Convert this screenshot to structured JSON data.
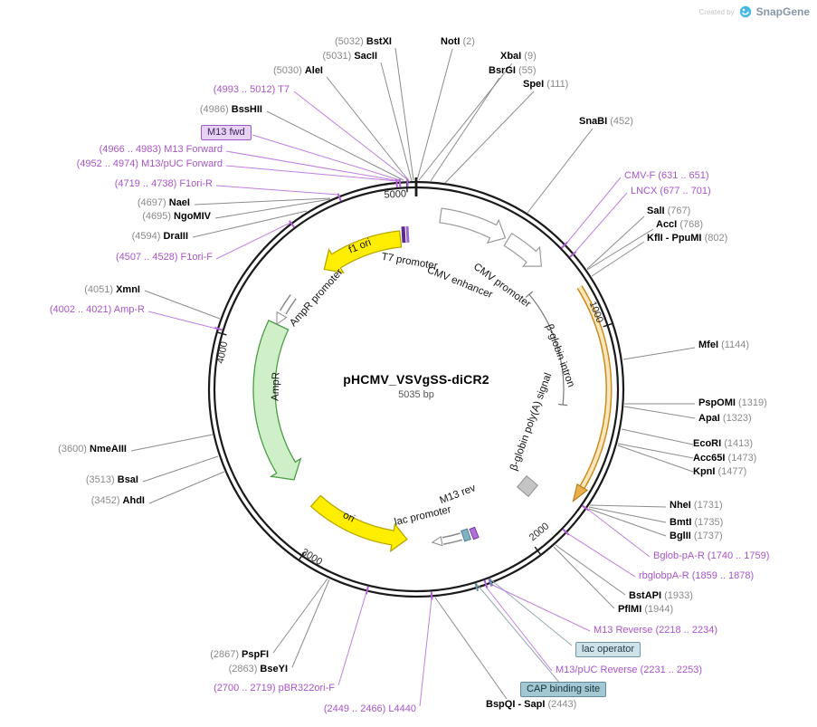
{
  "credit": {
    "created_by": "Created by",
    "brand": "SnapGene"
  },
  "plasmid": {
    "name": "pHCMV_VSVgSS-diCR2",
    "size_label": "5035 bp"
  },
  "ticks": {
    "t1000": "1000",
    "t2000": "2000",
    "t3000": "3000",
    "t4000": "4000",
    "t5000": "5000"
  },
  "features": {
    "t7_promoter": "T7 promoter",
    "cmv_enhancer": "CMV enhancer",
    "cmv_promoter": "CMV promoter",
    "bglobin_intron": "β-globin intron",
    "bglobin_polya": "β-globin poly(A) signal",
    "f1_ori": "f1 ori",
    "ampr_promoter": "AmpR promoter",
    "ampr": "AmpR",
    "ori": "ori",
    "lac_promoter": "lac promoter",
    "m13_rev": "M13 rev"
  },
  "boxed_labels": {
    "m13_fwd": "M13 fwd",
    "lac_operator": "lac operator",
    "cap_binding_site": "CAP binding site"
  },
  "sites_left": [
    {
      "pos": "(5032)",
      "name": "BstXI"
    },
    {
      "pos": "(5031)",
      "name": "SacII"
    },
    {
      "pos": "(5030)",
      "name": "AleI"
    },
    {
      "pos": "(4993 .. 5012)",
      "name": "T7"
    },
    {
      "pos": "(4986)",
      "name": "BssHII"
    },
    {
      "pos": "(4966 .. 4983)",
      "name": "M13 Forward"
    },
    {
      "pos": "(4952 .. 4974)",
      "name": "M13/pUC Forward"
    },
    {
      "pos": "(4719 .. 4738)",
      "name": "F1ori-R"
    },
    {
      "pos": "(4697)",
      "name": "NaeI"
    },
    {
      "pos": "(4695)",
      "name": "NgoMIV"
    },
    {
      "pos": "(4594)",
      "name": "DraIII"
    },
    {
      "pos": "(4507 .. 4528)",
      "name": "F1ori-F"
    },
    {
      "pos": "(4051)",
      "name": "XmnI"
    },
    {
      "pos": "(4002 .. 4021)",
      "name": "Amp-R"
    },
    {
      "pos": "(3600)",
      "name": "NmeAIII"
    },
    {
      "pos": "(3513)",
      "name": "BsaI"
    },
    {
      "pos": "(3452)",
      "name": "AhdI"
    },
    {
      "pos": "(2867)",
      "name": "PspFI"
    },
    {
      "pos": "(2863)",
      "name": "BseYI"
    },
    {
      "pos": "(2700 .. 2719)",
      "name": "pBR322ori-F"
    },
    {
      "pos": "(2449 .. 2466)",
      "name": "L4440"
    }
  ],
  "sites_right": [
    {
      "name": "NotI",
      "pos": "(2)"
    },
    {
      "name": "XbaI",
      "pos": "(9)"
    },
    {
      "name": "BsrGI",
      "pos": "(55)"
    },
    {
      "name": "SpeI",
      "pos": "(111)"
    },
    {
      "name": "SnaBI",
      "pos": "(452)"
    },
    {
      "name": "CMV-F",
      "pos": "(631 .. 651)"
    },
    {
      "name": "LNCX",
      "pos": "(677 .. 701)"
    },
    {
      "name": "SalI",
      "pos": "(767)"
    },
    {
      "name": "AccI",
      "pos": "(768)"
    },
    {
      "name": "KflI - PpuMI",
      "pos": "(802)"
    },
    {
      "name": "MfeI",
      "pos": "(1144)"
    },
    {
      "name": "PspOMI",
      "pos": "(1319)"
    },
    {
      "name": "ApaI",
      "pos": "(1323)"
    },
    {
      "name": "EcoRI",
      "pos": "(1413)"
    },
    {
      "name": "Acc65I",
      "pos": "(1473)"
    },
    {
      "name": "KpnI",
      "pos": "(1477)"
    },
    {
      "name": "NheI",
      "pos": "(1731)"
    },
    {
      "name": "BmtI",
      "pos": "(1735)"
    },
    {
      "name": "BglII",
      "pos": "(1737)"
    },
    {
      "name": "Bglob-pA-R",
      "pos": "(1740 .. 1759)"
    },
    {
      "name": "rbglobpA-R",
      "pos": "(1859 .. 1878)"
    },
    {
      "name": "BstAPI",
      "pos": "(1933)"
    },
    {
      "name": "PflMI",
      "pos": "(1944)"
    },
    {
      "name": "M13 Reverse",
      "pos": "(2218 .. 2234)"
    },
    {
      "name": "M13/pUC Reverse",
      "pos": "(2231 .. 2253)"
    },
    {
      "name": "BspQI - SapI",
      "pos": "(2443)"
    }
  ],
  "colors": {
    "primer_label": "#a855c8",
    "enzyme_name": "#000000",
    "enzyme_pos": "#8a8a8a",
    "yellow_feature": "#ffee00",
    "green_feature": "#cfefc8",
    "orange_feature": "#ce8a1e",
    "circle": "#1a1a1a"
  }
}
